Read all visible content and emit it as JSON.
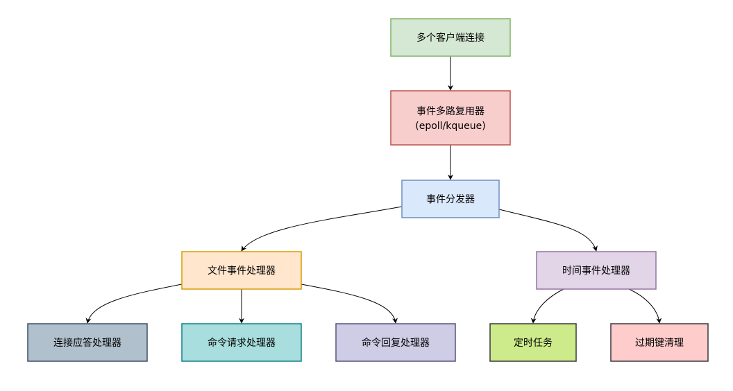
{
  "nodes": [
    {
      "id": "clients",
      "lines": [
        "多个客户端连接"
      ],
      "fill": "#d5e8d4",
      "stroke": "#82b366"
    },
    {
      "id": "multiplexer",
      "lines": [
        "事件多路复用器",
        "(epoll/kqueue)"
      ],
      "fill": "#f8cecc",
      "stroke": "#b85450"
    },
    {
      "id": "dispatcher",
      "lines": [
        "事件分发器"
      ],
      "fill": "#dae8fc",
      "stroke": "#6c8ebf"
    },
    {
      "id": "file-handler",
      "lines": [
        "文件事件处理器"
      ],
      "fill": "#ffe6cc",
      "stroke": "#d79b00"
    },
    {
      "id": "time-handler",
      "lines": [
        "时间事件处理器"
      ],
      "fill": "#e1d5e7",
      "stroke": "#9673a6"
    },
    {
      "id": "accept-handler",
      "lines": [
        "连接应答处理器"
      ],
      "fill": "#b0c0cc",
      "stroke": "#3c4f63"
    },
    {
      "id": "request-handler",
      "lines": [
        "命令请求处理器"
      ],
      "fill": "#a8dede",
      "stroke": "#0e8088"
    },
    {
      "id": "reply-handler",
      "lines": [
        "命令回复处理器"
      ],
      "fill": "#cfcce6",
      "stroke": "#56517e"
    },
    {
      "id": "timed-task",
      "lines": [
        "定时任务"
      ],
      "fill": "#cdeb8b",
      "stroke": "#36393d"
    },
    {
      "id": "expire-cleanup",
      "lines": [
        "过期键清理"
      ],
      "fill": "#ffcccc",
      "stroke": "#36393d"
    }
  ],
  "edges": [
    {
      "from": "clients",
      "to": "multiplexer"
    },
    {
      "from": "multiplexer",
      "to": "dispatcher"
    },
    {
      "from": "dispatcher",
      "to": "file-handler"
    },
    {
      "from": "dispatcher",
      "to": "time-handler"
    },
    {
      "from": "file-handler",
      "to": "accept-handler"
    },
    {
      "from": "file-handler",
      "to": "request-handler"
    },
    {
      "from": "file-handler",
      "to": "reply-handler"
    },
    {
      "from": "time-handler",
      "to": "timed-task"
    },
    {
      "from": "time-handler",
      "to": "expire-cleanup"
    }
  ]
}
